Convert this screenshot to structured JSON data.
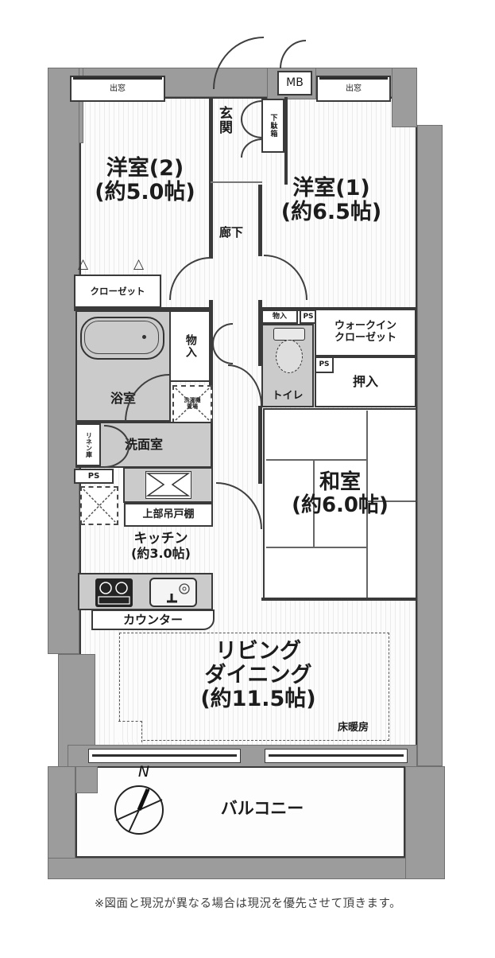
{
  "plan": {
    "footnote": "※図面と現況が異なる場合は現況を優先させて頂きます。",
    "compass": {
      "north": "N"
    },
    "exterior": {
      "mb": "MB",
      "bay_window_left": "出窓",
      "bay_window_right": "出窓",
      "balcony": "バルコニー"
    },
    "entrance": {
      "genkan": "玄関",
      "shoe_box": "下駄箱"
    },
    "hallway": "廊下",
    "rooms": {
      "western2": {
        "name": "洋室(2)",
        "size": "(約5.0帖)"
      },
      "western1": {
        "name": "洋室(1)",
        "size": "(約6.5帖)"
      },
      "japanese": {
        "name": "和室",
        "size": "(約6.0帖)"
      },
      "living": {
        "line1": "リビング",
        "line2": "ダイニング",
        "size": "(約11.5帖)",
        "floor_heating": "床暖房"
      },
      "kitchen": {
        "name": "キッチン",
        "size": "(約3.0帖)",
        "counter": "カウンター",
        "upper_cabinet": "上部吊戸棚"
      }
    },
    "storage": {
      "closet": "クローゼット",
      "walk_in_line1": "ウォークイン",
      "walk_in_line2": "クローゼット",
      "oshiire": "押入",
      "monoire_hall": "物入",
      "monoire_small": "物入",
      "linen": "リネン庫"
    },
    "sanitary": {
      "bath": "浴室",
      "washroom": "洗面室",
      "toilet": "トイレ",
      "washer_line1": "洗濯機",
      "washer_line2": "置場"
    },
    "shafts": {
      "ps_top": "PS",
      "ps_mid": "PS",
      "ps_left": "PS"
    }
  },
  "colors": {
    "wall": "#9c9c9c",
    "wet_area": "#cbcbcb",
    "line": "#3a3a3a"
  }
}
